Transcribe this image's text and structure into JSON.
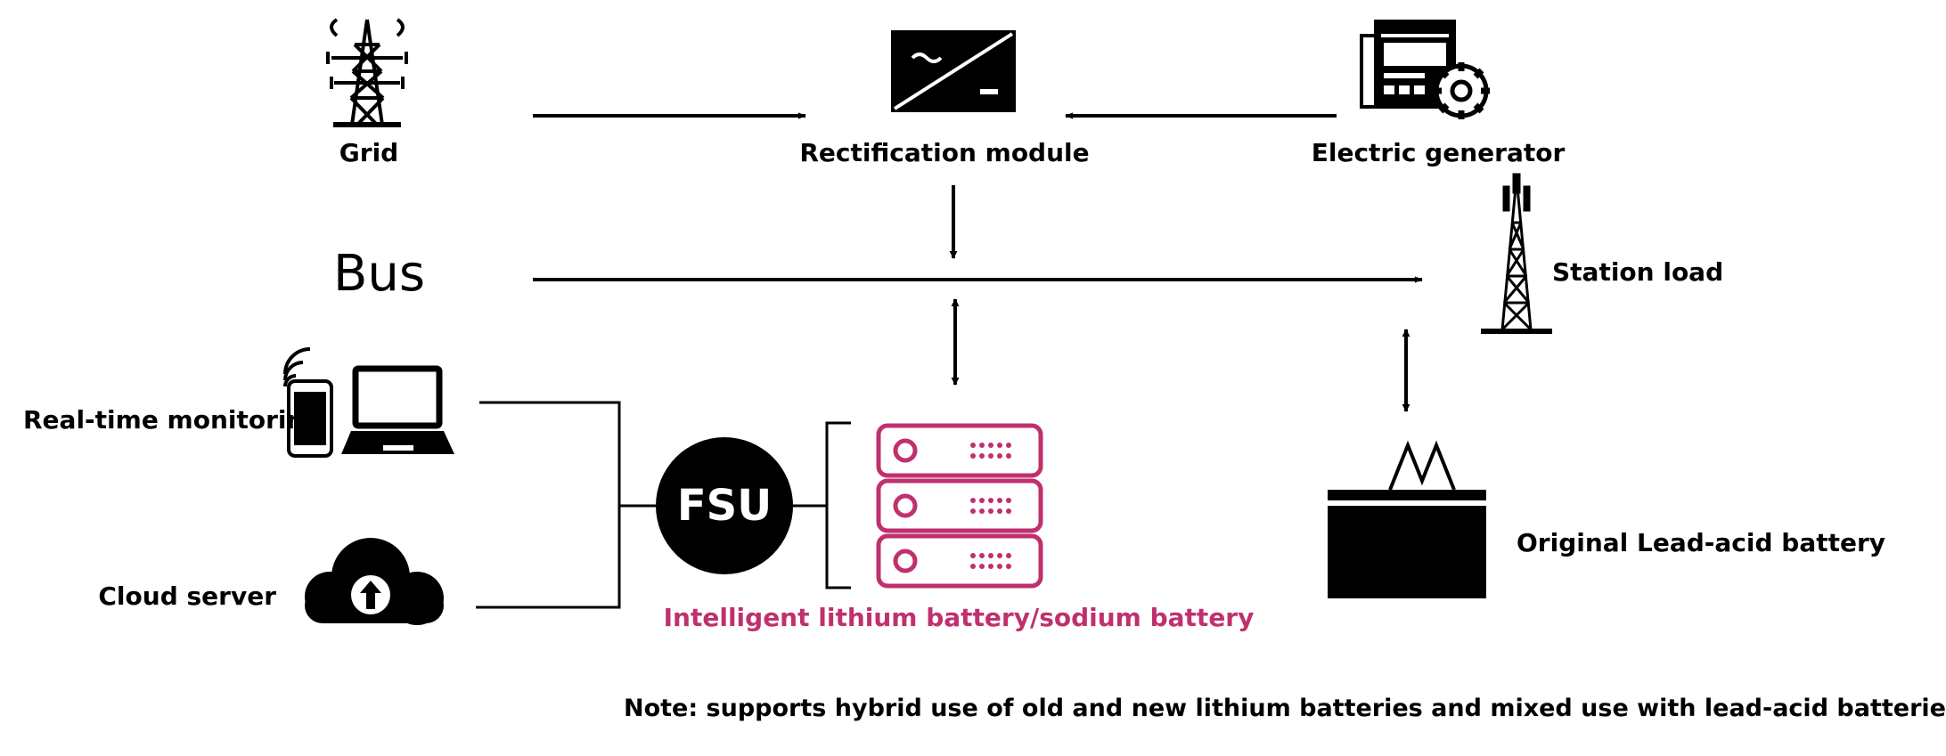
{
  "labels": {
    "grid": "Grid",
    "rectification": "Rectification module",
    "generator": "Electric generator",
    "bus": "Bus",
    "station_load": "Station load",
    "realtime": "Real-time monitoring",
    "cloud": "Cloud server",
    "fsu": "FSU",
    "lithium": "Intelligent lithium battery/sodium battery",
    "lead_acid": "Original Lead-acid battery",
    "note": "Note: supports hybrid use of old and new lithium batteries and mixed use with lead-acid batteries."
  },
  "icons": {
    "grid": "transmission-tower-icon",
    "rectifier": "rectifier-icon",
    "generator": "generator-control-panel-icon",
    "station_load": "cell-tower-icon",
    "phone": "smartphone-wifi-icon",
    "laptop": "laptop-icon",
    "cloud": "cloud-upload-icon",
    "lithium": "battery-rack-icon",
    "lead_acid": "lead-acid-battery-icon"
  },
  "colors": {
    "ink": "#000000",
    "accent": "#c0306e",
    "background": "#ffffff"
  }
}
